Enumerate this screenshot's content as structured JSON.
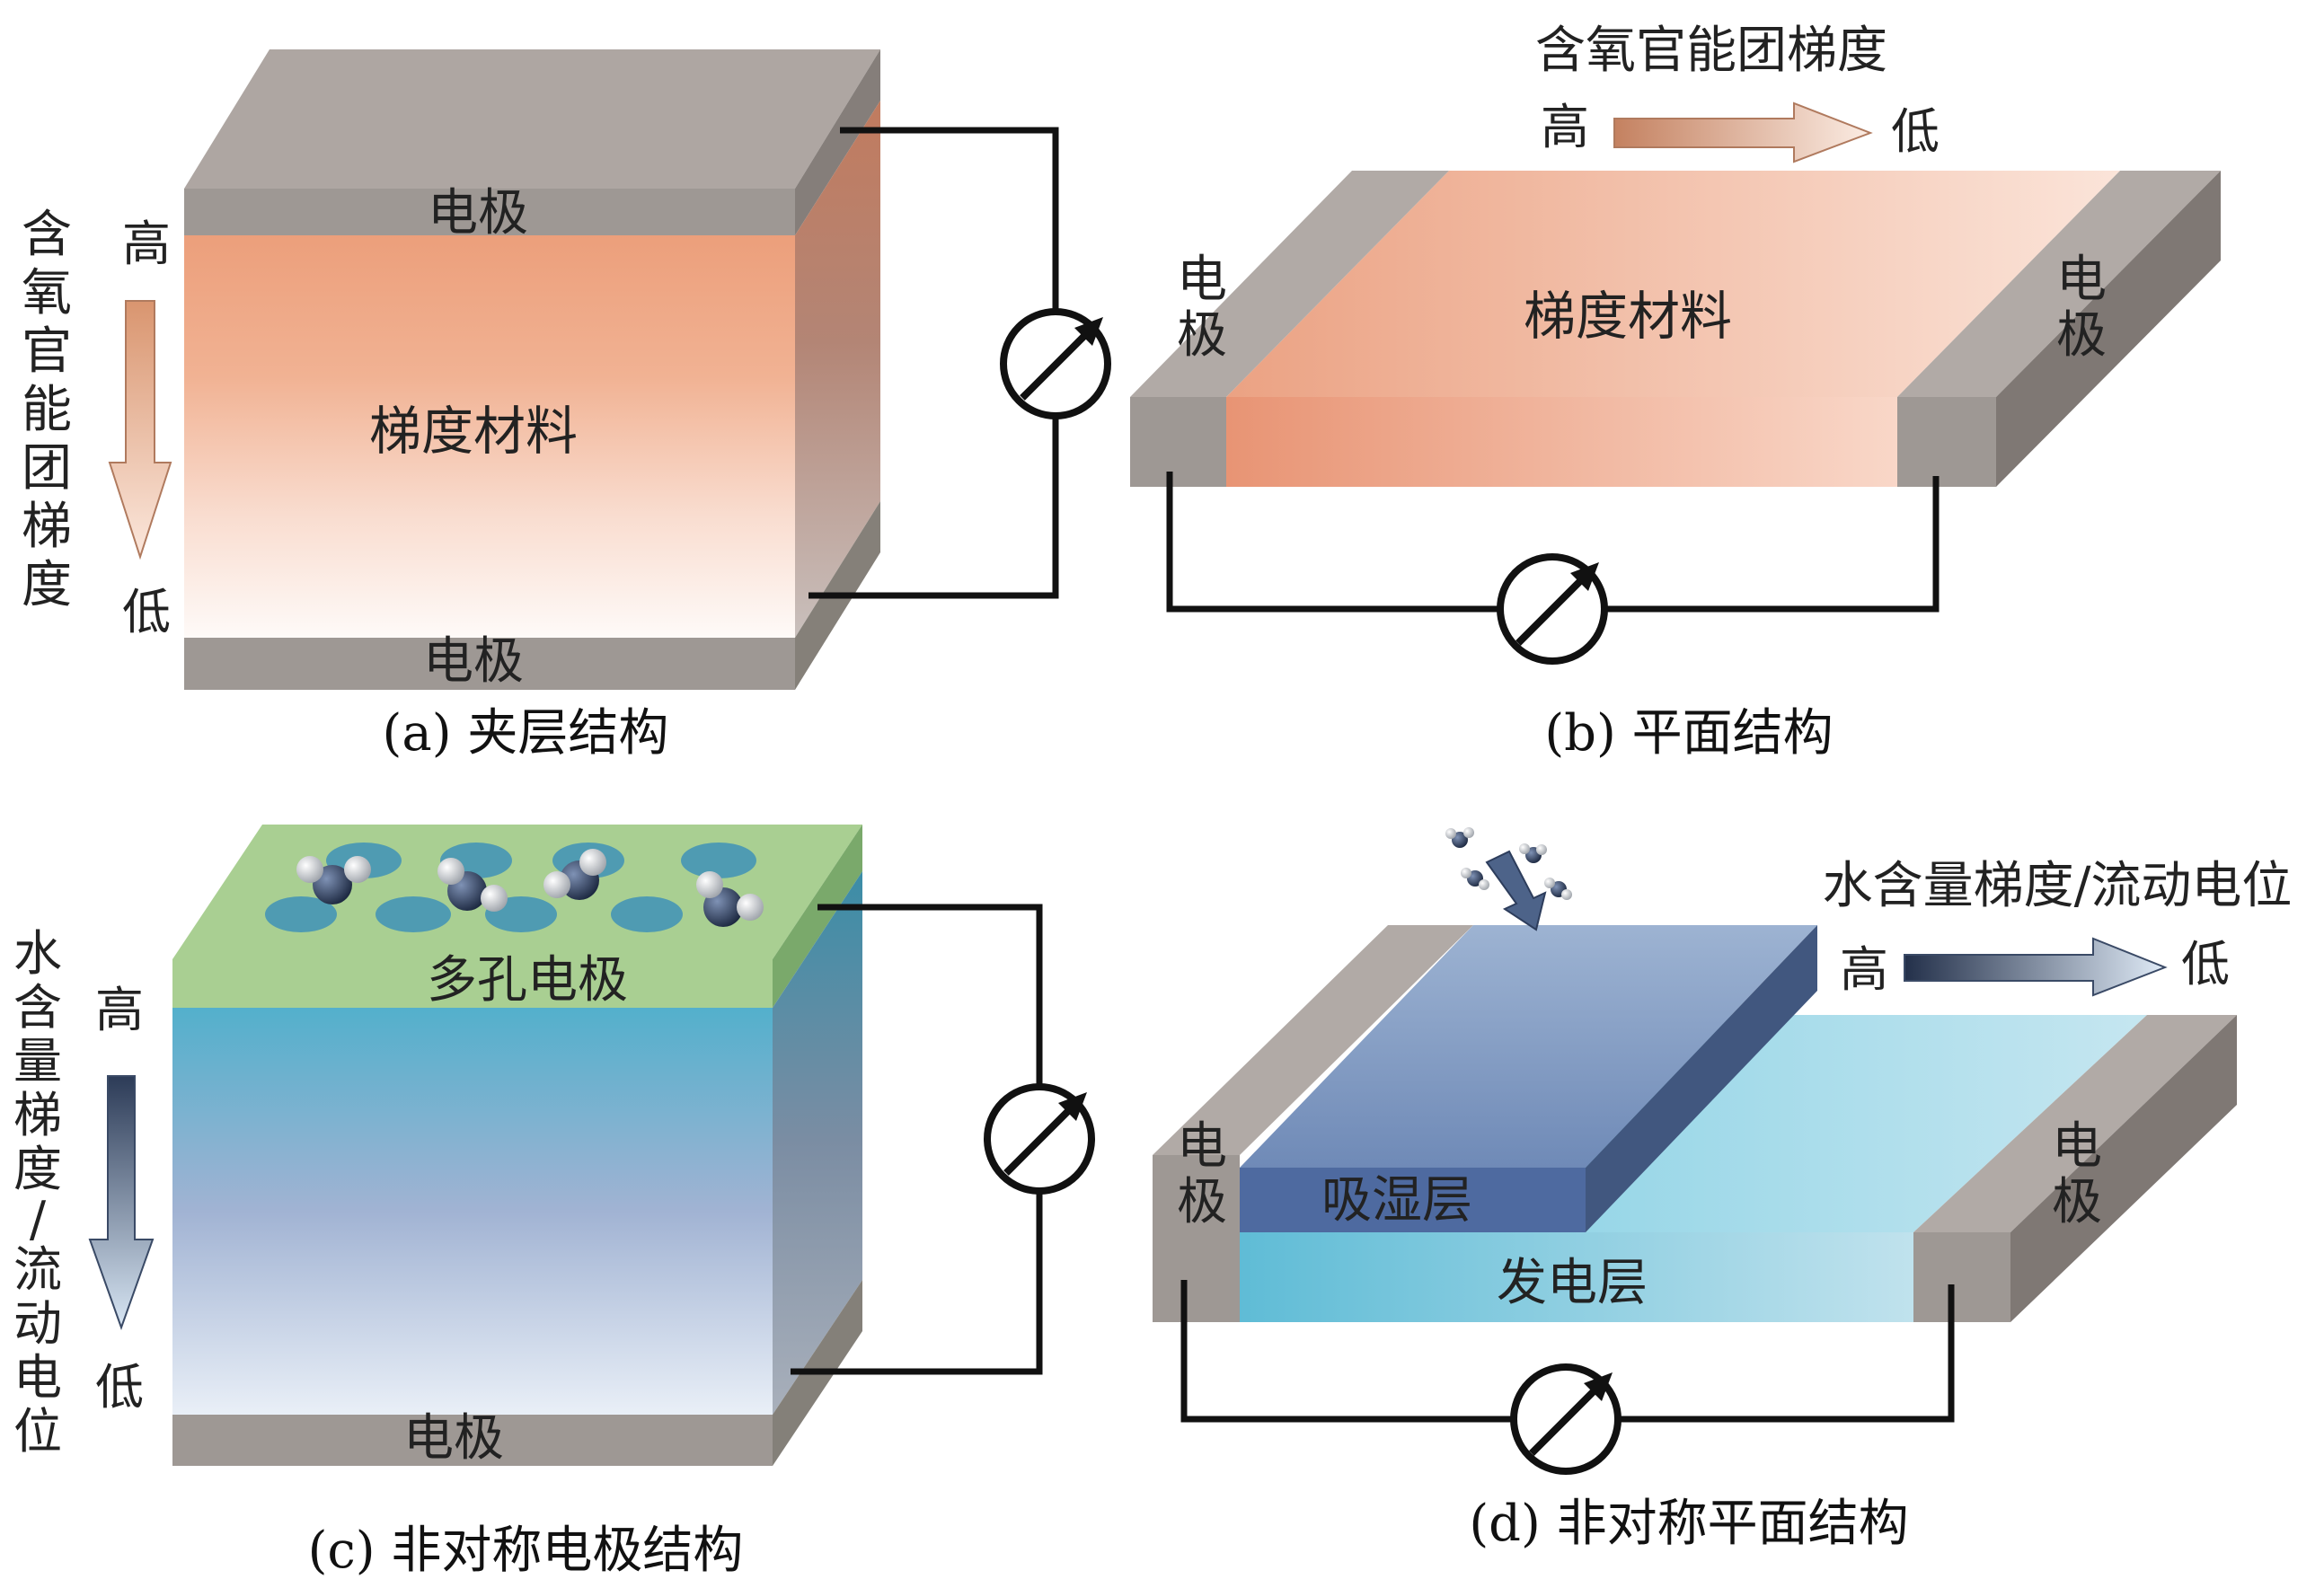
{
  "colors": {
    "electrode_front": "#9e9894",
    "electrode_top": "#b1aaa6",
    "electrode_side": "#7f7874",
    "oxygen_high": "#e9a07e",
    "oxygen_low": "#fdf5f1",
    "water_high": "#5bb2cf",
    "water_mid": "#a7b6d6",
    "water_low": "#e7eef6",
    "porous_green": "#a9cf92",
    "hygroscopic_layer": "#5a77a9",
    "generating_layer": "#6fc2da",
    "wire": "#111111"
  },
  "panel_a": {
    "electrode_top": "电极",
    "electrode_bottom": "电极",
    "material": "梯度材料",
    "gradient_chars": [
      "含",
      "氧",
      "官",
      "能",
      "团",
      "梯",
      "度"
    ],
    "high": "高",
    "low": "低",
    "caption": "(a) 夹层结构"
  },
  "panel_b": {
    "gradient_title": "含氧官能团梯度",
    "high": "高",
    "low": "低",
    "electrode_left": [
      "电",
      "极"
    ],
    "electrode_right": [
      "电",
      "极"
    ],
    "material": "梯度材料",
    "caption": "(b) 平面结构"
  },
  "panel_c": {
    "porous_electrode": "多孔电极",
    "electrode_bottom": "电极",
    "gradient_chars": [
      "水",
      "含",
      "量",
      "梯",
      "度",
      "/",
      "流",
      "动",
      "电",
      "位"
    ],
    "high": "高",
    "low": "低",
    "caption": "(c) 非对称电极结构"
  },
  "panel_d": {
    "gradient_title": "水含量梯度/流动电位",
    "high": "高",
    "low": "低",
    "electrode_left": [
      "电",
      "极"
    ],
    "electrode_right": [
      "电",
      "极"
    ],
    "hygroscopic_layer": "吸湿层",
    "generating_layer": "发电层",
    "caption": "(d) 非对称平面结构"
  },
  "icons": [
    "ammeter-icon",
    "water-molecule-icon",
    "gradient-arrow-icon"
  ]
}
